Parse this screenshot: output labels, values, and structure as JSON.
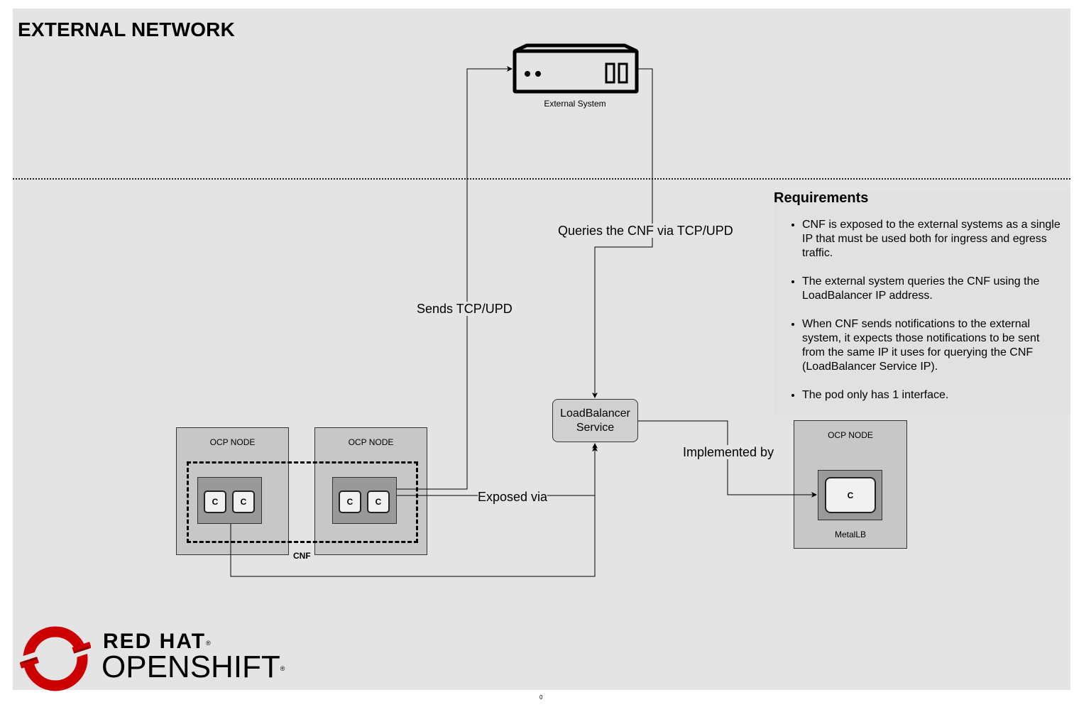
{
  "diagram": {
    "title": "EXTERNAL NETWORK",
    "external_system": {
      "label": "External System",
      "icon": "server-icon"
    },
    "cnf": {
      "label": "CNF",
      "nodes": [
        {
          "label": "OCP NODE",
          "pod": {
            "containers": [
              "C",
              "C"
            ]
          }
        },
        {
          "label": "OCP NODE",
          "pod": {
            "containers": [
              "C",
              "C"
            ]
          }
        }
      ]
    },
    "loadbalancer": {
      "line1": "LoadBalancer",
      "line2": "Service"
    },
    "metallb_node": {
      "label": "OCP NODE",
      "pod_label": "MetalLB",
      "containers": [
        "C"
      ]
    },
    "edges": {
      "sends": "Sends TCP/UPD",
      "queries": "Queries the CNF via TCP/UPD",
      "exposed": "Exposed via",
      "implemented": "Implemented by"
    },
    "requirements": {
      "title": "Requirements",
      "items": [
        "CNF is exposed to the external systems as a single IP that must be used both for ingress and egress traffic.",
        "The external system queries the CNF using the LoadBalancer IP address.",
        "When CNF sends notifications to the external system, it expects those notifications to be sent from the same IP it uses for querying the CNF (LoadBalancer Service IP).",
        "The pod only has 1 interface."
      ]
    },
    "logo": {
      "line1": "RED HAT",
      "line2": "OPENSHIFT",
      "reg": "®",
      "brand_color": "#cc0000"
    },
    "page_marker": "0"
  }
}
